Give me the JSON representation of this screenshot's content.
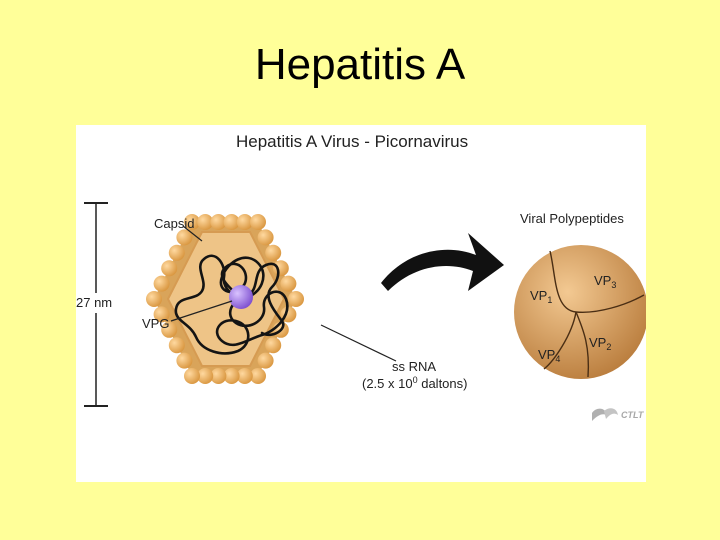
{
  "slide": {
    "title": "Hepatitis A"
  },
  "figure": {
    "title": "Hepatitis A Virus - Picornavirus",
    "size_label": "27 nm",
    "labels": {
      "capsid": "Capsid",
      "vpg": "VPG",
      "ss_rna": "ss RNA",
      "rna_mass_prefix": "(2.5 x 10",
      "rna_mass_exp": "0",
      "rna_mass_suffix": " daltons)",
      "polypeptides": "Viral Polypeptides"
    },
    "proteins": {
      "vp1": {
        "base": "VP",
        "sub": "1"
      },
      "vp2": {
        "base": "VP",
        "sub": "2"
      },
      "vp3": {
        "base": "VP",
        "sub": "3"
      },
      "vp4": {
        "base": "VP",
        "sub": "4"
      }
    },
    "logo_text": "CTLT",
    "colors": {
      "capsid_bead": "#e5ac5c",
      "capsid_body": "#eec487",
      "vpg": "#9a6ee0",
      "polypeptide_sphere": "#d9a060",
      "arrow": "#111111"
    }
  }
}
